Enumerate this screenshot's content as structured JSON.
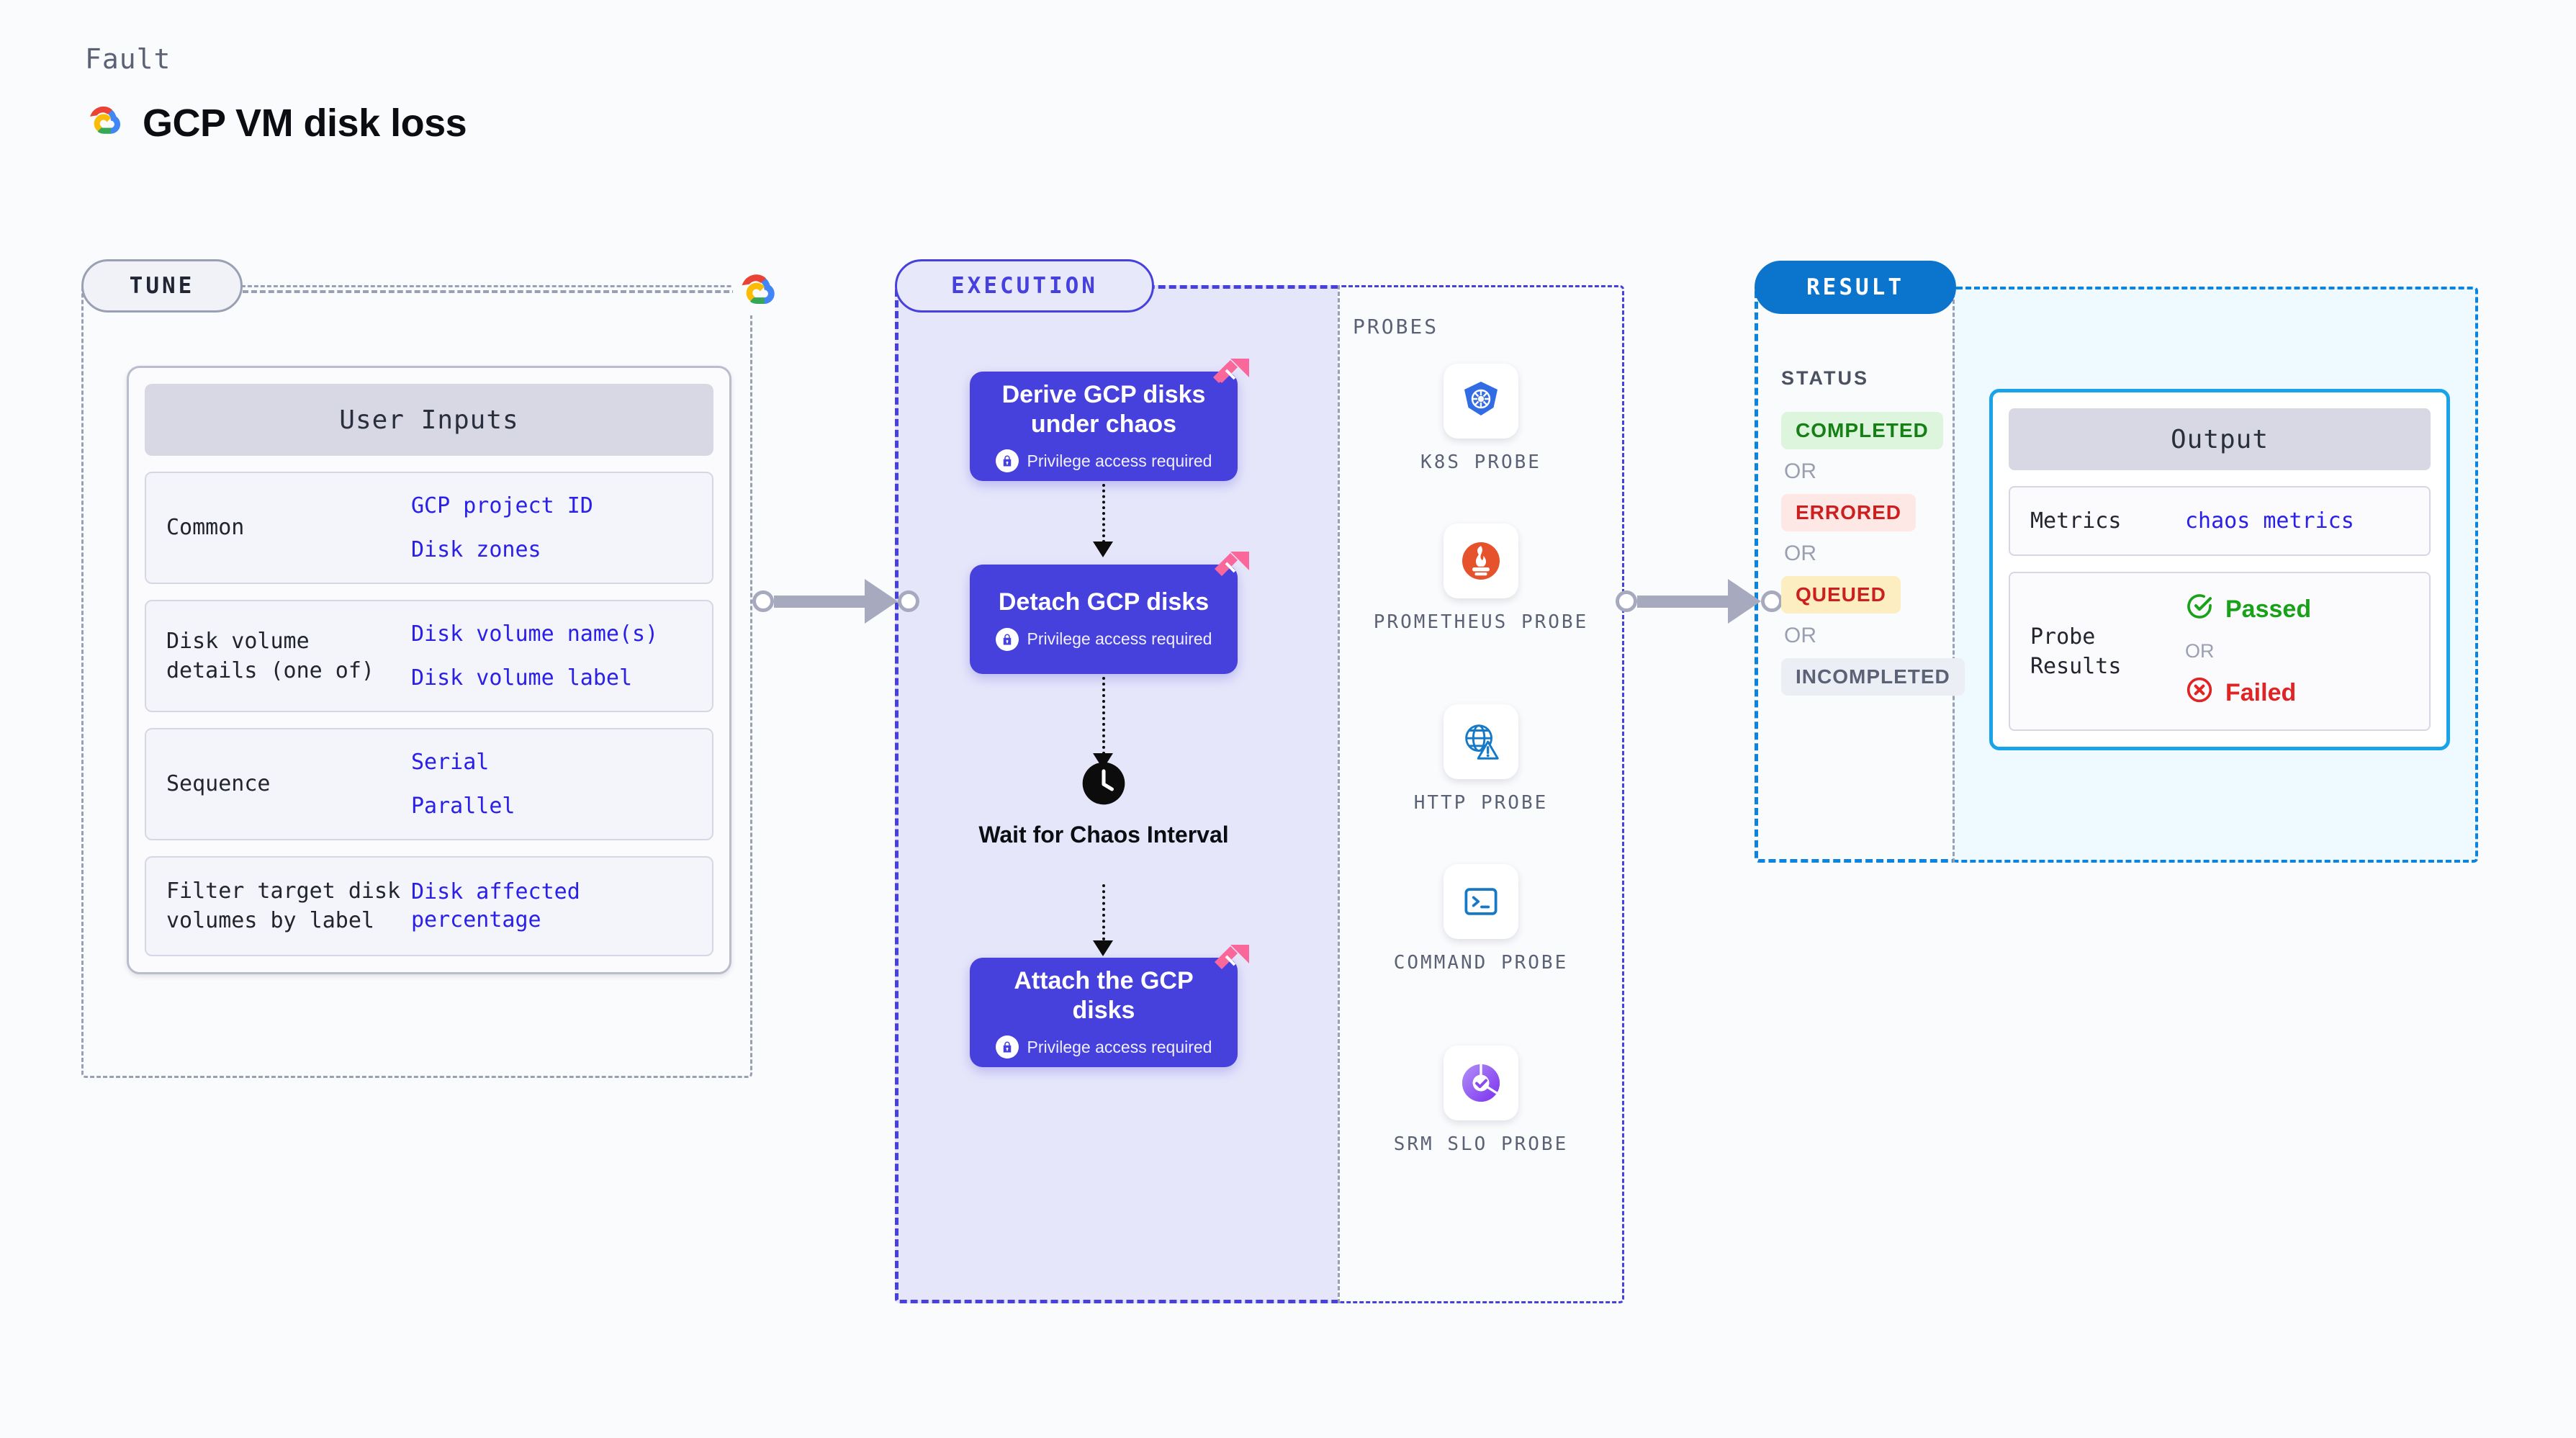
{
  "header": {
    "kicker": "Fault",
    "title": "GCP VM disk loss",
    "logo_icon": "gcp-logo-icon"
  },
  "tune": {
    "badge": "TUNE",
    "wire_logo_icon": "gcp-logo-icon",
    "user_inputs": {
      "title": "User Inputs",
      "rows": [
        {
          "key": "Common",
          "values": [
            "GCP project ID",
            "Disk zones"
          ]
        },
        {
          "key": "Disk volume details (one of)",
          "values": [
            "Disk volume name(s)",
            "Disk volume label"
          ]
        },
        {
          "key": "Sequence",
          "values": [
            "Serial",
            "Parallel"
          ]
        },
        {
          "key": "Filter target disk volumes by label",
          "values": [
            "Disk affected percentage"
          ]
        }
      ]
    }
  },
  "execution": {
    "badge": "EXECUTION",
    "privilege_note": "Privilege access required",
    "steps": [
      {
        "title": "Derive GCP disks under chaos",
        "privileged": true,
        "ribbon_icon": "harness-chaos-ribbon-icon"
      },
      {
        "title": "Detach GCP disks",
        "privileged": true,
        "ribbon_icon": "harness-chaos-ribbon-icon"
      },
      {
        "title": "Attach the GCP disks",
        "privileged": true,
        "ribbon_icon": "harness-chaos-ribbon-icon"
      }
    ],
    "wait_node": {
      "label": "Wait for Chaos Interval",
      "icon": "clock-icon"
    }
  },
  "probes": {
    "title": "PROBES",
    "items": [
      {
        "label": "K8S PROBE",
        "icon": "kubernetes-icon"
      },
      {
        "label": "PROMETHEUS PROBE",
        "icon": "prometheus-icon"
      },
      {
        "label": "HTTP PROBE",
        "icon": "http-globe-warning-icon"
      },
      {
        "label": "COMMAND PROBE",
        "icon": "terminal-icon"
      },
      {
        "label": "SRM SLO PROBE",
        "icon": "srm-slo-donut-check-icon"
      }
    ]
  },
  "result": {
    "badge": "RESULT",
    "status_title": "STATUS",
    "or_label": "OR",
    "statuses": [
      {
        "label": "COMPLETED",
        "bg": "#dcf5dc",
        "fg": "#168016"
      },
      {
        "label": "ERRORED",
        "bg": "#fde8e6",
        "fg": "#cc1f1f"
      },
      {
        "label": "QUEUED",
        "bg": "#fdeec2",
        "fg": "#cc1f1f"
      },
      {
        "label": "INCOMPLETED",
        "bg": "#eceef5",
        "fg": "#5b6275"
      }
    ]
  },
  "output": {
    "title": "Output",
    "metrics_key": "Metrics",
    "metrics_value": "chaos metrics",
    "probe_results_key": "Probe Results",
    "or_label": "OR",
    "passed_label": "Passed",
    "failed_label": "Failed",
    "passed_icon": "check-circle-icon",
    "failed_icon": "x-circle-icon",
    "passed_color": "#19a219",
    "failed_color": "#e02424"
  }
}
